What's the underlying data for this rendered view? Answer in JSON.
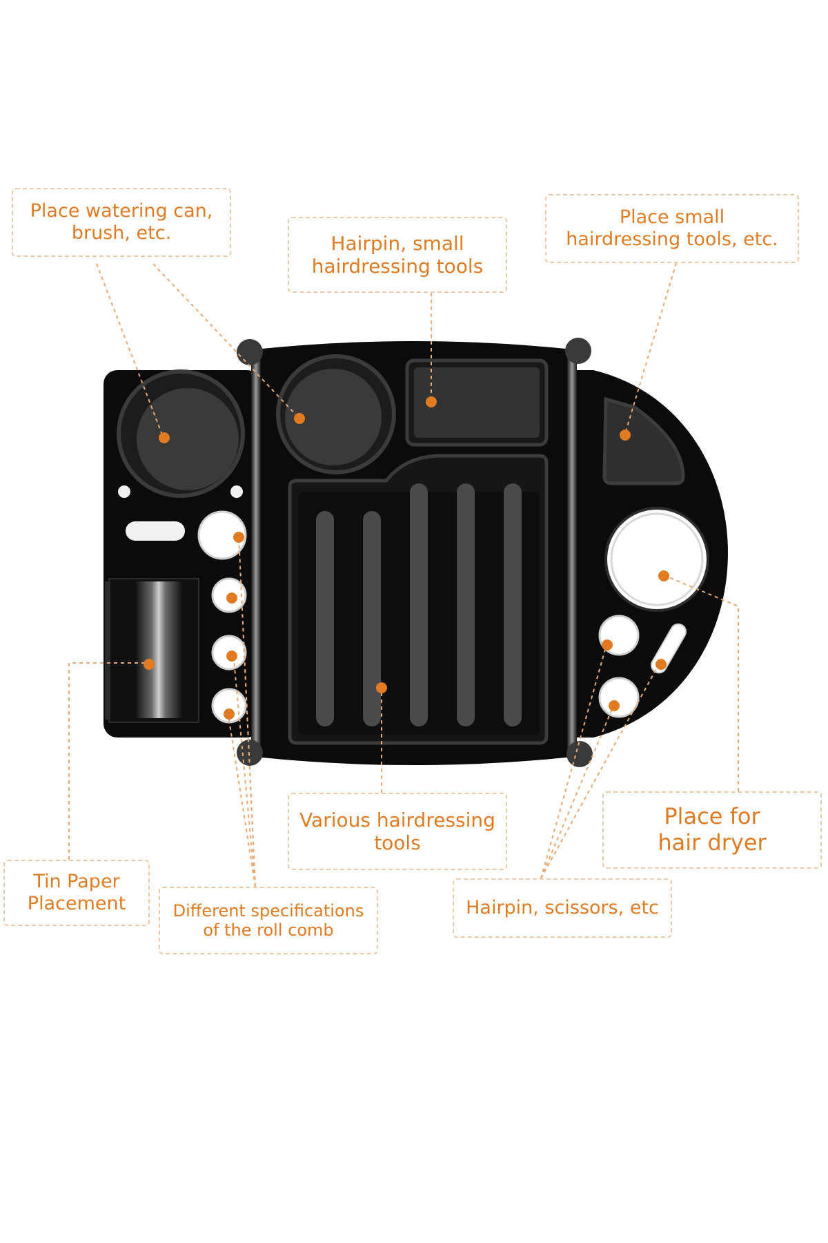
{
  "labels": {
    "watering": "Place watering can,\nbrush, etc.",
    "hairpin": "Hairpin, small\nhairdressing tools",
    "small_tools": "Place small\nhairdressing tools, etc.",
    "tin_paper": "Tin Paper\nPlacement",
    "roll_comb": "Different specifications\nof the roll comb",
    "various": "Various hairdressing\ntools",
    "scissors": "Hairpin, scissors, etc",
    "dryer": "Place for\nhair dryer"
  },
  "colors": {
    "accent": "#e07b22",
    "dash": "#e9c9a8",
    "tray": "#0b0b0b",
    "well": "#2b2b2b",
    "background": "#ffffff"
  }
}
